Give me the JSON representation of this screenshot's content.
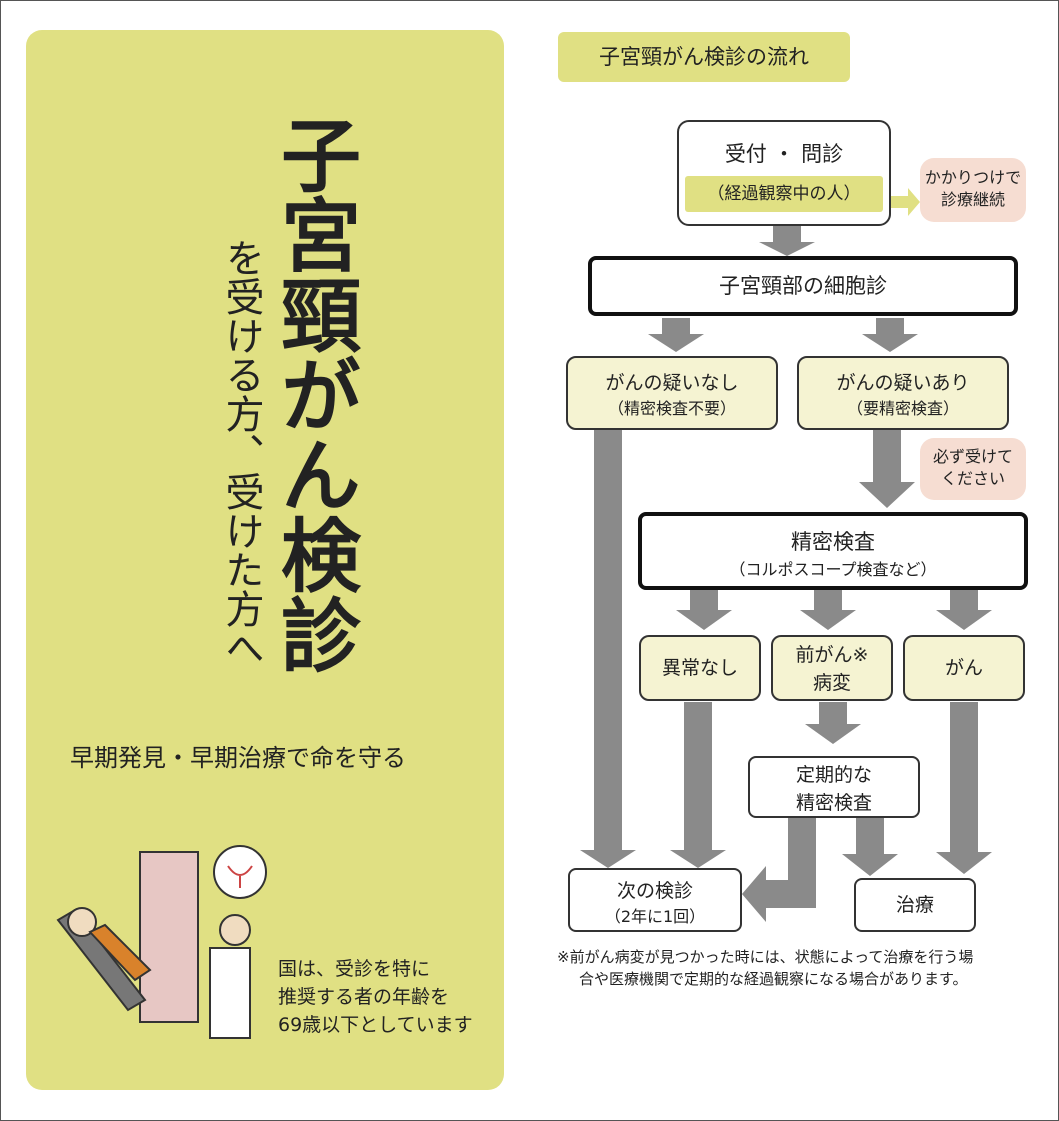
{
  "left_panel": {
    "title_main": "子宮頸がん検診",
    "title_sub": "を受ける方、受けた方へ",
    "tagline": "早期発見・早期治療で命を守る",
    "age_note": "国は、受診を特に\n推奨する者の年齢を\n69歳以下としています"
  },
  "flow": {
    "badge": "子宮頸がん検診の流れ",
    "reception": "受付 ・ 問診",
    "followup_label": "（経過観察中の人）",
    "family_doctor": "かかりつけで\n診療継続",
    "cytology": "子宮頸部の細胞診",
    "no_suspect": {
      "title": "がんの疑いなし",
      "sub": "（精密検査不要）"
    },
    "suspect": {
      "title": "がんの疑いあり",
      "sub": "（要精密検査）"
    },
    "must_attend": "必ず受けて\nください",
    "detailed_exam": {
      "title": "精密検査",
      "sub": "（コルポスコープ検査など）"
    },
    "normal": "異常なし",
    "precancer": "前がん※\n病変",
    "cancer": "がん",
    "periodic": "定期的な\n精密検査",
    "next_screen": {
      "title": "次の検診",
      "sub": "（2年に1回）"
    },
    "treatment": "治療",
    "footnote_1": "※前がん病変が見つかった時には、状態によって治療を行う場",
    "footnote_2": "合や医療機関で定期的な経過観察になる場合があります。"
  },
  "colors": {
    "panel": "#e0e083",
    "pale_yellow": "#f5f3d2",
    "pink": "#f6ddd2",
    "arrow": "#8a8a8a"
  }
}
